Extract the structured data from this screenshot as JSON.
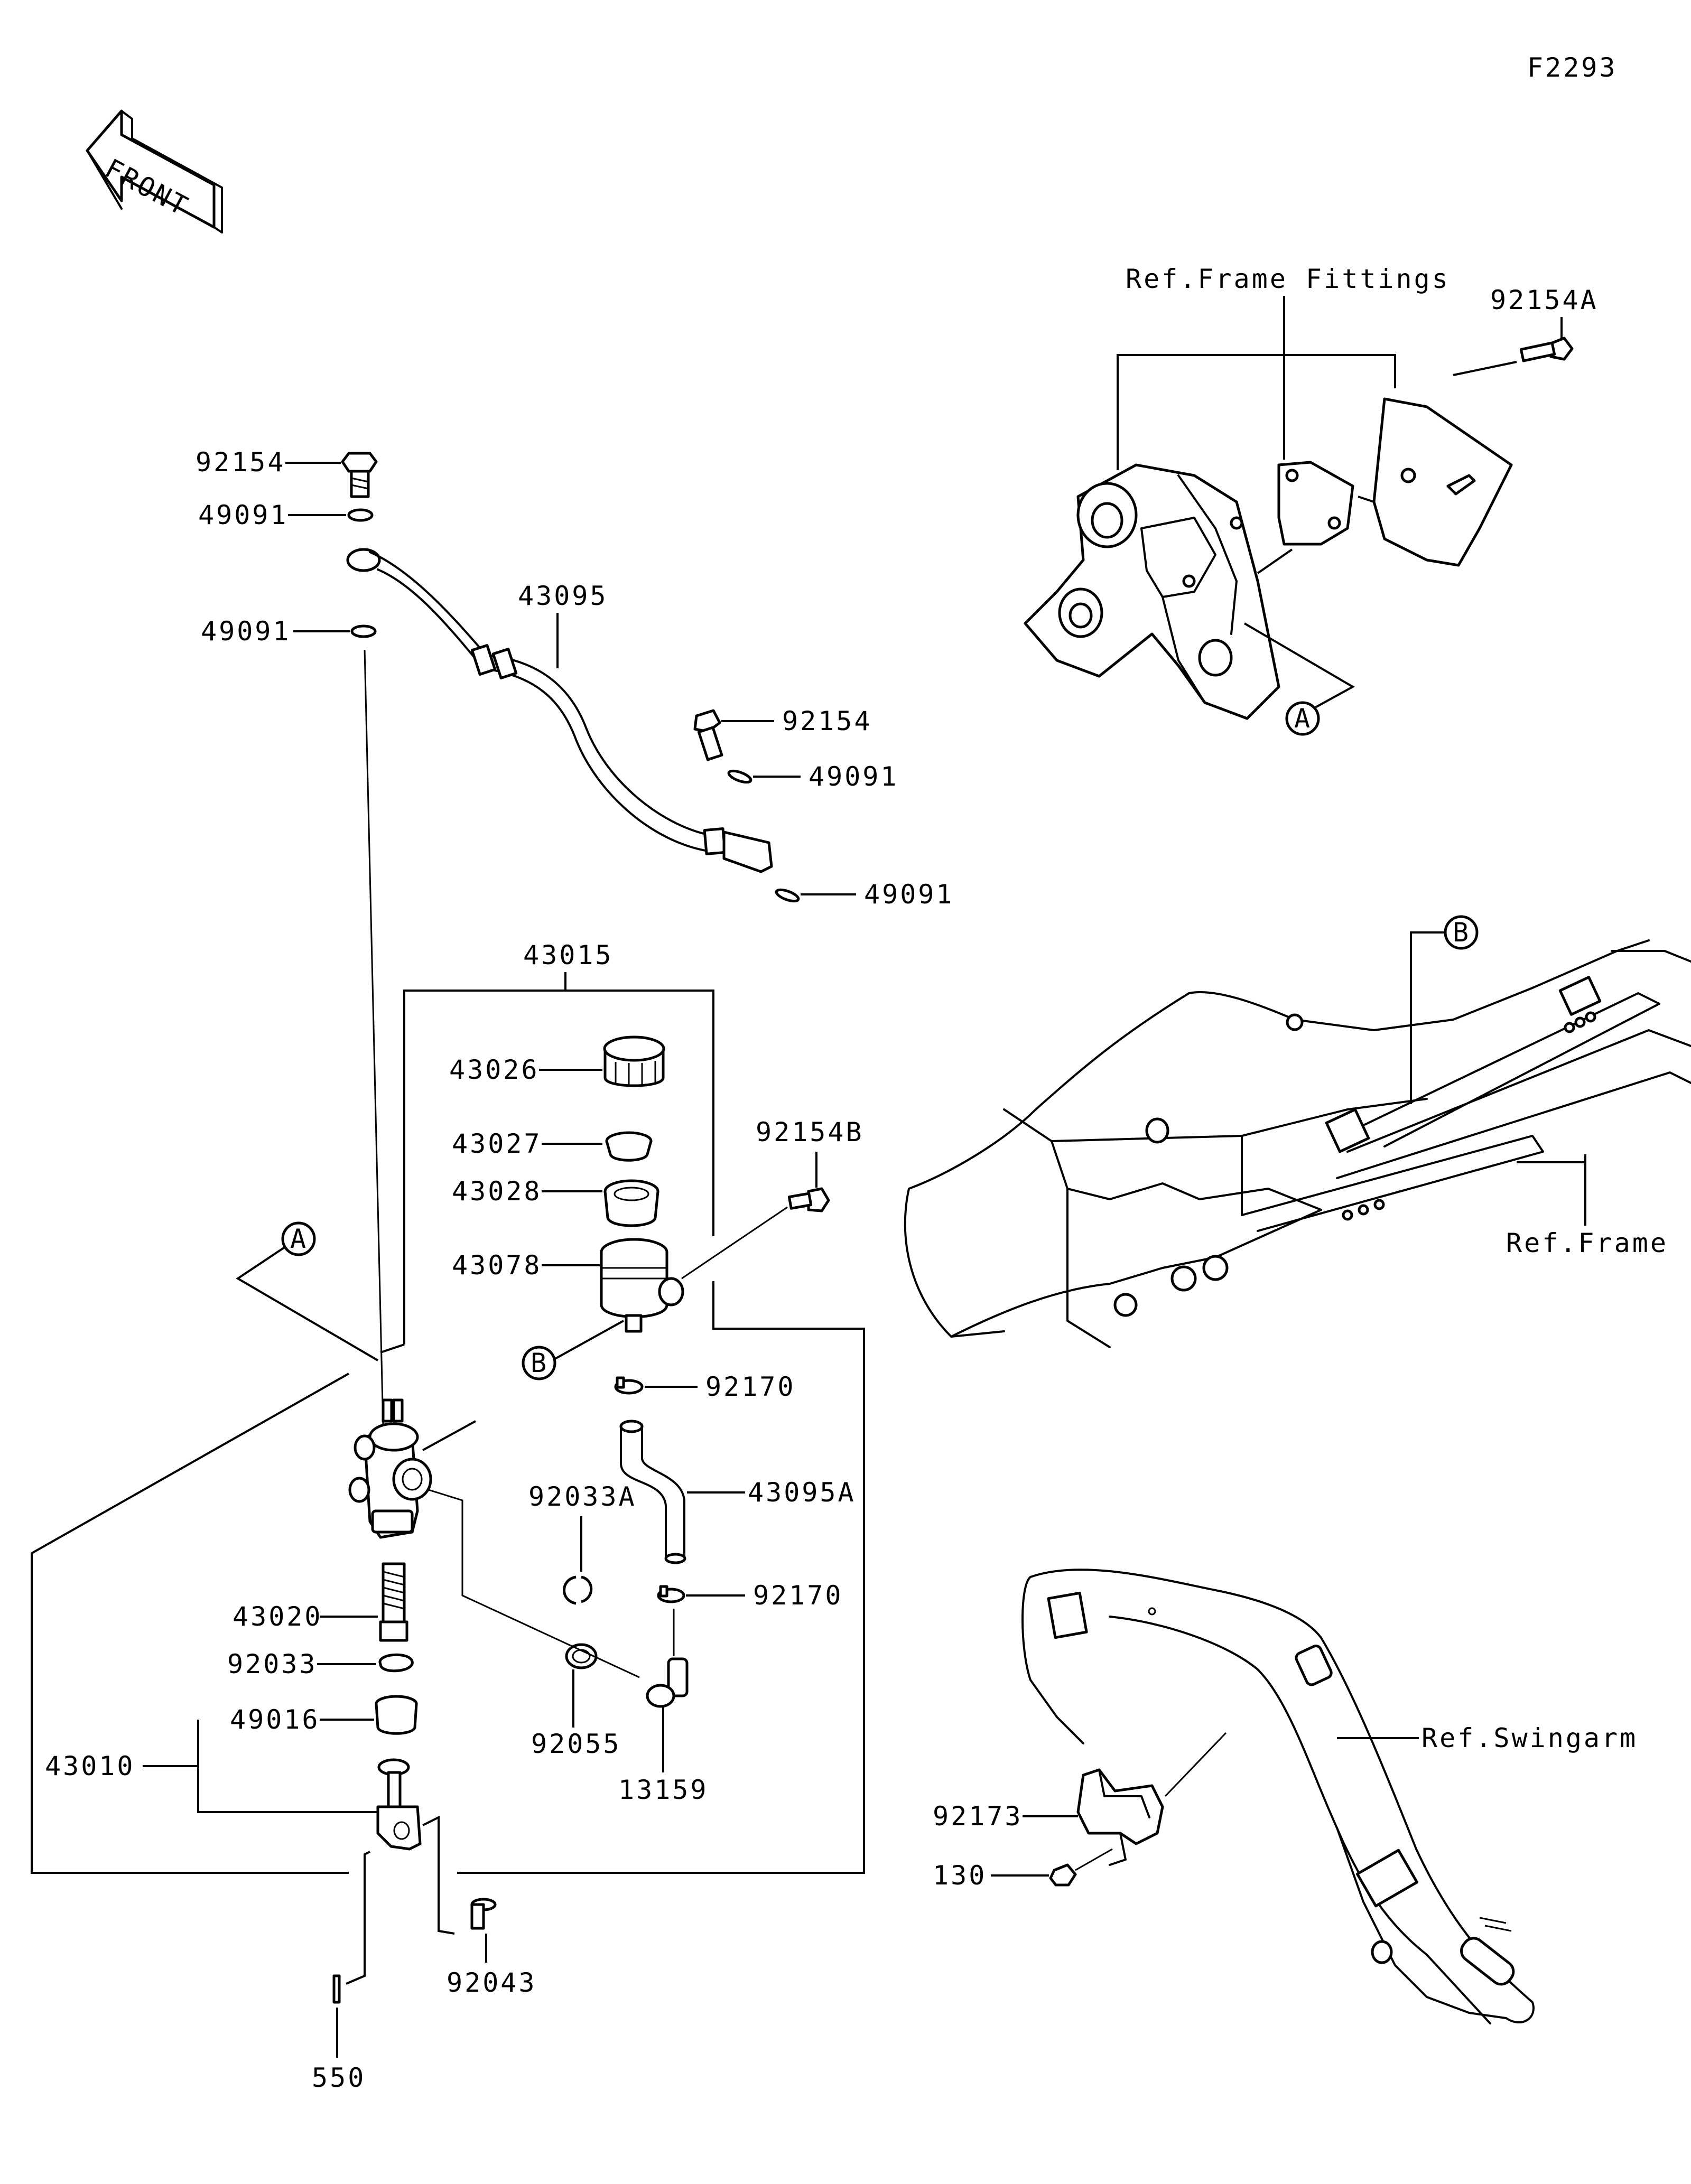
{
  "figure_code": "F2293",
  "front_arrow_label": "FRONT",
  "references": {
    "frame_fittings": "Ref.Frame Fittings",
    "frame": "Ref.Frame",
    "swingarm": "Ref.Swingarm"
  },
  "callouts": {
    "a": "A",
    "b": "B"
  },
  "parts": {
    "p92154_top": "92154",
    "p49091_upper_a": "49091",
    "p49091_upper_b": "49091",
    "p43095": "43095",
    "p92154_mid": "92154",
    "p49091_mid_a": "49091",
    "p49091_mid_b": "49091",
    "p92154A": "92154A",
    "p43015": "43015",
    "p43026": "43026",
    "p43027": "43027",
    "p43028": "43028",
    "p43078": "43078",
    "p92154B": "92154B",
    "p92170_a": "92170",
    "p92033A": "92033A",
    "p43095A": "43095A",
    "p92170_b": "92170",
    "p43020": "43020",
    "p92033": "92033",
    "p49016": "49016",
    "p43010": "43010",
    "p92055": "92055",
    "p13159": "13159",
    "p92043": "92043",
    "p550": "550",
    "p92173": "92173",
    "p130": "130"
  }
}
